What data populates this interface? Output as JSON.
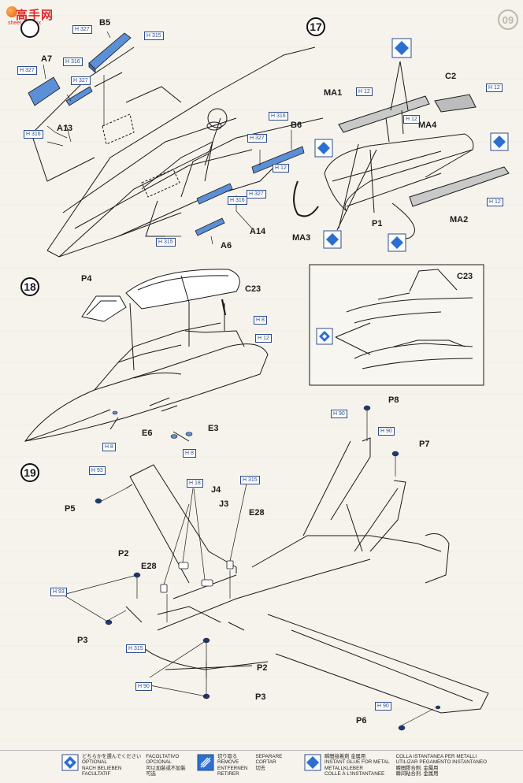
{
  "watermark": {
    "text": "高手网",
    "url": "sheet.xxx.xxx"
  },
  "page": {
    "number": "09"
  },
  "steps": [
    {
      "number": "17"
    },
    {
      "number": "18"
    },
    {
      "number": "19"
    }
  ],
  "part_labels": {
    "B5": "B5",
    "A7": "A7",
    "A13": "A13",
    "B6": "B6",
    "A14": "A14",
    "A6": "A6",
    "MA1": "MA1",
    "C2": "C2",
    "MA4": "MA4",
    "MA3": "MA3",
    "P1": "P1",
    "MA2": "MA2",
    "P4": "P4",
    "C23a": "C23",
    "C23b": "C23",
    "E6": "E6",
    "E3": "E3",
    "P8": "P8",
    "P7": "P7",
    "P5": "P5",
    "J4": "J4",
    "J3": "J3",
    "E28a": "E28",
    "P2a": "P2",
    "E28b": "E28",
    "P3a": "P3",
    "P2b": "P2",
    "P3b": "P3",
    "P6": "P6"
  },
  "paint_codes": {
    "h327a": "H 327",
    "h315a": "H 315",
    "h316a": "H 316",
    "h327b": "H 327",
    "h327c": "H 327",
    "h316b": "H 316",
    "h316c": "H 316",
    "h327d": "H 327",
    "h12a": "H 12",
    "h327e": "H 327",
    "h316d": "H 316",
    "h315b": "H 315",
    "h12b": "H 12",
    "h12c": "H 12",
    "h12d": "H 12",
    "h12e": "H 12",
    "h8a": "H 8",
    "h12f": "H 12",
    "h8b": "H 8",
    "h8c": "H 8",
    "h90a": "H 90",
    "h90b": "H 90",
    "h93a": "H 93",
    "h18": "H 18",
    "h315c": "H 315",
    "h93b": "H 93",
    "h315d": "H 315",
    "h90c": "H 90",
    "h90d": "H 90"
  },
  "legend": {
    "optional": {
      "lines": [
        "どちらかを選んでください",
        "OPTIONAL",
        "NACH BELIEBEN",
        "FACULTATIF"
      ]
    },
    "optional_b": {
      "lines": [
        "FACOLTATIVO",
        "OPCIONAL",
        "可以加裝或不加裝",
        "可选"
      ]
    },
    "remove": {
      "lines": [
        "切り取る",
        "REMOVE",
        "ENTFERNEN",
        "RETIRER"
      ]
    },
    "remove_b": {
      "lines": [
        "SEPARARE",
        "CORTAR",
        "切去",
        ""
      ]
    },
    "glue": {
      "lines": [
        "瞬間接着剤 金属用",
        "INSTANT GLUE FOR METAL",
        "METALLKLEBER",
        "COLLE À L'INSTANTANEE"
      ]
    },
    "glue_b": {
      "lines": [
        "COLLA ISTANTANEA PER METALLI",
        "UTILIZAR PEGAMENTO INSTANTANEO",
        "瞬間膠合劑. 金屬用",
        "瞬间粘合剂. 金属用"
      ]
    }
  },
  "colors": {
    "part_blue": "#5b8fd6",
    "paint_code": "#2b4b8c",
    "line": "#1a1a1a",
    "paper": "#f6f3ec"
  }
}
